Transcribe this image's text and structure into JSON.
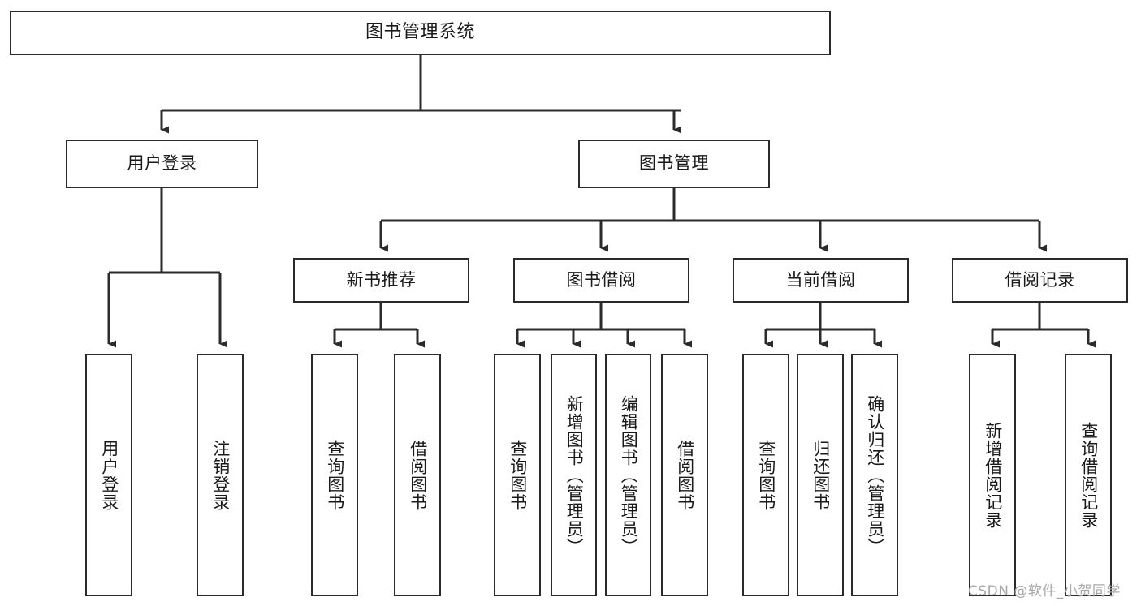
{
  "diagram": {
    "type": "tree-hierarchy-chart",
    "title": "图书管理系统",
    "watermark": "CSDN @软件_小贺同学",
    "colors": {
      "stroke": "#2b2b2b",
      "background": "#ffffff",
      "text": "#1a1a1a",
      "watermark": "#a8a8a8"
    },
    "nodes": {
      "root": {
        "label": "图书管理系统"
      },
      "level2": [
        {
          "id": "user-login",
          "label": "用户登录"
        },
        {
          "id": "book-management",
          "label": "图书管理"
        }
      ],
      "level3": [
        {
          "id": "new-book-recommend",
          "label": "新书推荐"
        },
        {
          "id": "book-borrow",
          "label": "图书借阅"
        },
        {
          "id": "current-borrow",
          "label": "当前借阅"
        },
        {
          "id": "borrow-record",
          "label": "借阅记录"
        }
      ],
      "leaves": [
        {
          "id": "leaf-user-login",
          "label": "用户登录",
          "parent": "user-login"
        },
        {
          "id": "leaf-logout-login",
          "label": "注销登录",
          "parent": "user-login"
        },
        {
          "id": "leaf-query-book-1",
          "label": "查询图书",
          "parent": "new-book-recommend"
        },
        {
          "id": "leaf-borrow-book-1",
          "label": "借阅图书",
          "parent": "new-book-recommend"
        },
        {
          "id": "leaf-query-book-2",
          "label": "查询图书",
          "parent": "book-borrow"
        },
        {
          "id": "leaf-add-book",
          "label": "新增图书（管理员）",
          "parent": "book-borrow"
        },
        {
          "id": "leaf-edit-book",
          "label": "编辑图书（管理员）",
          "parent": "book-borrow"
        },
        {
          "id": "leaf-borrow-book-2",
          "label": "借阅图书",
          "parent": "book-borrow"
        },
        {
          "id": "leaf-query-book-3",
          "label": "查询图书",
          "parent": "current-borrow"
        },
        {
          "id": "leaf-return-book",
          "label": "归还图书",
          "parent": "current-borrow"
        },
        {
          "id": "leaf-confirm-return",
          "label": "确认归还（管理员）",
          "parent": "current-borrow"
        },
        {
          "id": "leaf-add-record",
          "label": "新增借阅记录",
          "parent": "borrow-record"
        },
        {
          "id": "leaf-query-record",
          "label": "查询借阅记录",
          "parent": "borrow-record"
        }
      ]
    }
  }
}
